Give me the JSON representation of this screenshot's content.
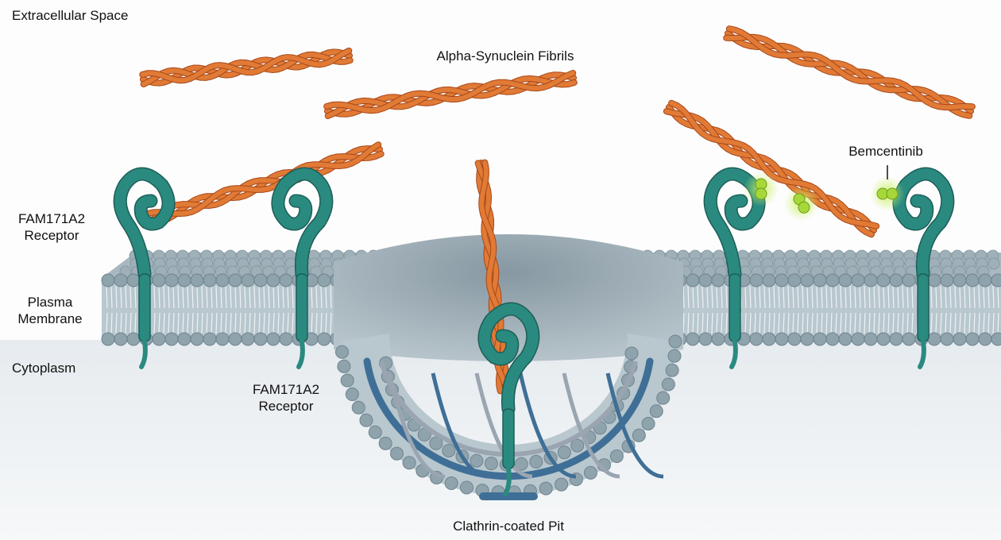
{
  "diagram": {
    "regions": {
      "extracellular": "Extracellular Space",
      "plasma_membrane_line1": "Plasma",
      "plasma_membrane_line2": "Membrane",
      "cytoplasm": "Cytoplasm"
    },
    "labels": {
      "fibrils": "Alpha-Synuclein Fibrils",
      "receptor_left_line1": "FAM171A2",
      "receptor_left_line2": "Receptor",
      "receptor_mid_line1": "FAM171A2",
      "receptor_mid_line2": "Receptor",
      "bemcentinib": "Bemcentinib",
      "pit": "Clathrin-coated Pit"
    },
    "colors": {
      "fibril": "#e07a35",
      "fibril_dark": "#a8481a",
      "receptor": "#2a8a80",
      "receptor_dark": "#1d5e58",
      "lipid_head": "#8fa3ad",
      "lipid_tail": "#c9d4da",
      "clathrin": "#3f6f96",
      "clathrin_light": "#9aa5b1",
      "drug": "#a6d83a",
      "cytoplasm_bg": "#e9eef2"
    }
  }
}
